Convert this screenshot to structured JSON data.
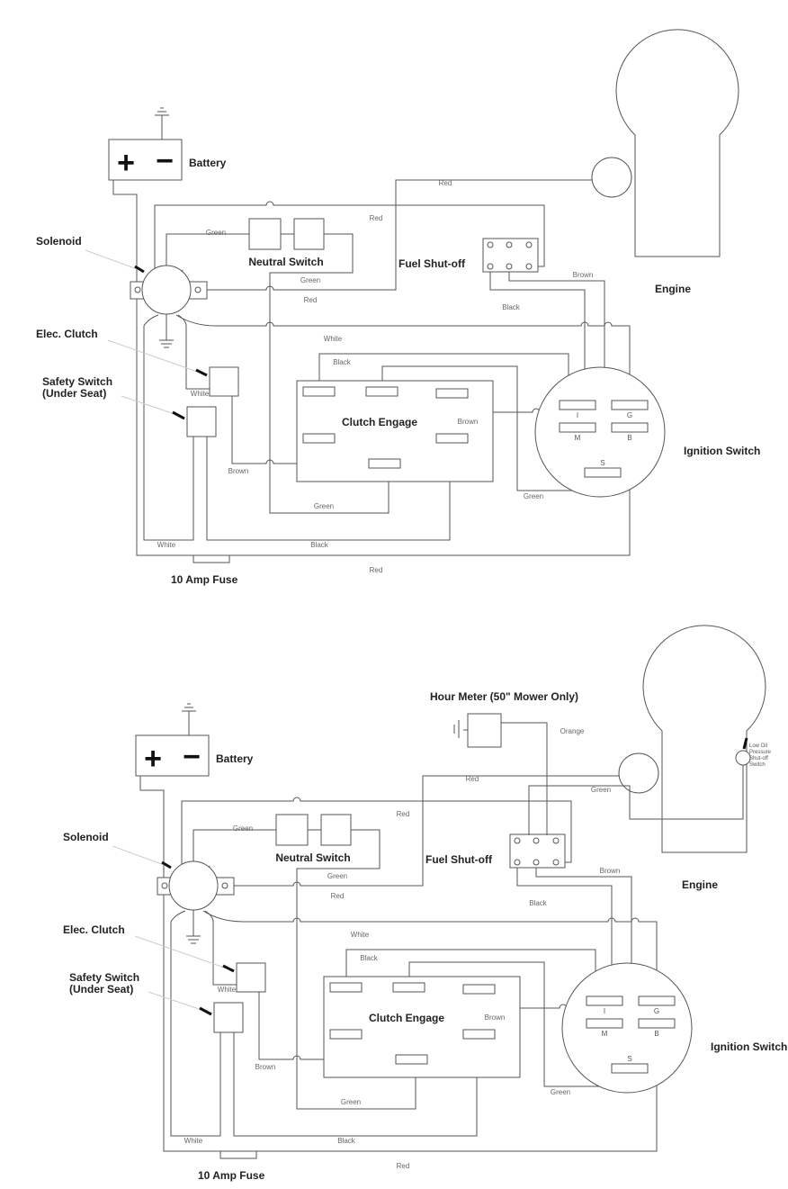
{
  "diagrams": [
    {
      "labels": {
        "battery": "Battery",
        "battery_plus": "+",
        "battery_minus": "−",
        "solenoid": "Solenoid",
        "neutral_switch": "Neutral Switch",
        "fuel_shutoff": "Fuel Shut-off",
        "engine": "Engine",
        "elec_clutch": "Elec. Clutch",
        "safety_switch_1": "Safety Switch",
        "safety_switch_2": "(Under Seat)",
        "clutch_engage": "Clutch Engage",
        "ignition_switch": "Ignition Switch",
        "fuse": "10 Amp Fuse"
      },
      "ignition_terminals": [
        "I",
        "G",
        "M",
        "B",
        "S"
      ],
      "wire_labels": [
        "Red",
        "Red",
        "Green",
        "Green",
        "Red",
        "Black",
        "Brown",
        "White",
        "Black",
        "Brown",
        "White",
        "Brown",
        "Green",
        "Green",
        "White",
        "Black",
        "Red"
      ]
    },
    {
      "labels": {
        "battery": "Battery",
        "battery_plus": "+",
        "battery_minus": "−",
        "solenoid": "Solenoid",
        "neutral_switch": "Neutral Switch",
        "fuel_shutoff": "Fuel Shut-off",
        "engine": "Engine",
        "elec_clutch": "Elec. Clutch",
        "safety_switch_1": "Safety Switch",
        "safety_switch_2": "(Under Seat)",
        "clutch_engage": "Clutch Engage",
        "ignition_switch": "Ignition Switch",
        "fuse": "10 Amp Fuse",
        "hour_meter": "Hour Meter (50\" Mower Only)",
        "low_oil": [
          "Low Oil",
          "Pressure",
          "Shut-off",
          "Switch"
        ]
      },
      "ignition_terminals": [
        "I",
        "G",
        "M",
        "B",
        "S"
      ],
      "wire_labels": [
        "Red",
        "Red",
        "Green",
        "Green",
        "Red",
        "Black",
        "Brown",
        "White",
        "Black",
        "Brown",
        "White",
        "Brown",
        "Green",
        "Green",
        "White",
        "Black",
        "Red"
      ],
      "extra_wire_labels": [
        "Orange",
        "Green"
      ]
    }
  ]
}
